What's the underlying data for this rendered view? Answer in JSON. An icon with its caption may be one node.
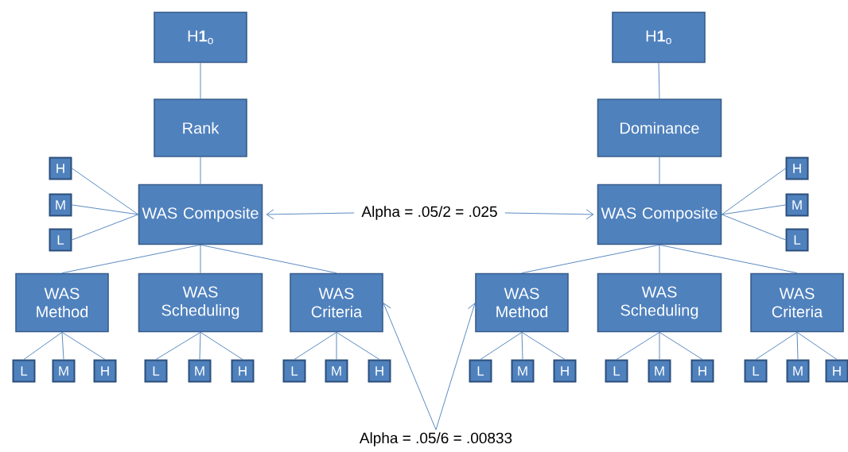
{
  "diagram": {
    "nodes": [
      {
        "text": [
          "H**1**$_{o}$"
        ]
      },
      {
        "text": [
          "Rank"
        ]
      },
      {
        "text": [
          "WAS Composite"
        ]
      },
      {
        "text": [
          "H"
        ]
      },
      {
        "text": [
          "M"
        ]
      },
      {
        "text": [
          "L"
        ]
      },
      {
        "text": [
          "WAS Method"
        ]
      },
      {
        "text": [
          "WAS Scheduling"
        ]
      },
      {
        "text": [
          "WAS Criteria"
        ]
      },
      {
        "text": [
          "L"
        ]
      },
      {
        "text": [
          "M"
        ]
      },
      {
        "text": [
          "H"
        ]
      },
      {
        "text": [
          "L"
        ]
      },
      {
        "text": [
          "M"
        ]
      },
      {
        "text": [
          "H"
        ]
      },
      {
        "text": [
          "L"
        ]
      },
      {
        "text": [
          "M"
        ]
      },
      {
        "text": [
          "H"
        ]
      },
      {
        "text": [
          "H**1**$_{o}$"
        ]
      },
      {
        "text": [
          "Dominance"
        ]
      },
      {
        "text": [
          "WAS Composite"
        ]
      },
      {
        "text": [
          "H"
        ]
      },
      {
        "text": [
          "M"
        ]
      },
      {
        "text": [
          "L"
        ]
      },
      {
        "text": [
          "WAS Method"
        ]
      },
      {
        "text": [
          "WAS Scheduling"
        ]
      },
      {
        "text": [
          "WAS Criteria"
        ]
      },
      {
        "text": [
          "L"
        ]
      },
      {
        "text": [
          "M"
        ]
      },
      {
        "text": [
          "H"
        ]
      },
      {
        "text": [
          "L"
        ]
      },
      {
        "text": [
          "M"
        ]
      },
      {
        "text": [
          "H"
        ]
      },
      {
        "text": [
          "L"
        ]
      },
      {
        "text": [
          "M"
        ]
      },
      {
        "text": [
          "H"
        ]
      },
      {
        "text": [
          "Alpha = .05/2 = .025"
        ]
      },
      {
        "text": [
          "Alpha = .05/6 = .00833"
        ]
      }
    ],
    "edges": [
      {
        "from": 0,
        "to": 1,
        "arrow": "none"
      },
      {
        "from": 1,
        "to": 2,
        "arrow": "none"
      },
      {
        "from": 2,
        "to": 3,
        "arrow": "none"
      },
      {
        "from": 2,
        "to": 4,
        "arrow": "none"
      },
      {
        "from": 2,
        "to": 5,
        "arrow": "none"
      },
      {
        "from": 2,
        "to": 6,
        "arrow": "none"
      },
      {
        "from": 2,
        "to": 7,
        "arrow": "none"
      },
      {
        "from": 2,
        "to": 8,
        "arrow": "none"
      },
      {
        "from": 6,
        "to": 9,
        "arrow": "none"
      },
      {
        "from": 6,
        "to": 10,
        "arrow": "none"
      },
      {
        "from": 6,
        "to": 11,
        "arrow": "none"
      },
      {
        "from": 7,
        "to": 12,
        "arrow": "none"
      },
      {
        "from": 7,
        "to": 13,
        "arrow": "none"
      },
      {
        "from": 7,
        "to": 14,
        "arrow": "none"
      },
      {
        "from": 8,
        "to": 15,
        "arrow": "none"
      },
      {
        "from": 8,
        "to": 16,
        "arrow": "none"
      },
      {
        "from": 8,
        "to": 17,
        "arrow": "none"
      },
      {
        "from": 18,
        "to": 19,
        "arrow": "none"
      },
      {
        "from": 19,
        "to": 20,
        "arrow": "none"
      },
      {
        "from": 20,
        "to": 21,
        "arrow": "none"
      },
      {
        "from": 20,
        "to": 22,
        "arrow": "none"
      },
      {
        "from": 20,
        "to": 23,
        "arrow": "none"
      },
      {
        "from": 20,
        "to": 24,
        "arrow": "none"
      },
      {
        "from": 20,
        "to": 25,
        "arrow": "none"
      },
      {
        "from": 20,
        "to": 26,
        "arrow": "none"
      },
      {
        "from": 24,
        "to": 27,
        "arrow": "none"
      },
      {
        "from": 24,
        "to": 28,
        "arrow": "none"
      },
      {
        "from": 24,
        "to": 29,
        "arrow": "none"
      },
      {
        "from": 25,
        "to": 30,
        "arrow": "none"
      },
      {
        "from": 25,
        "to": 31,
        "arrow": "none"
      },
      {
        "from": 25,
        "to": 32,
        "arrow": "none"
      },
      {
        "from": 26,
        "to": 33,
        "arrow": "none"
      },
      {
        "from": 26,
        "to": 34,
        "arrow": "none"
      },
      {
        "from": 26,
        "to": 35,
        "arrow": "none"
      },
      {
        "from": 36,
        "to": 2,
        "arrow": "to"
      },
      {
        "from": 36,
        "to": 20,
        "arrow": "to"
      },
      {
        "from": 37,
        "to": 8,
        "arrow": "to"
      },
      {
        "from": 37,
        "to": 24,
        "arrow": "to"
      }
    ]
  }
}
